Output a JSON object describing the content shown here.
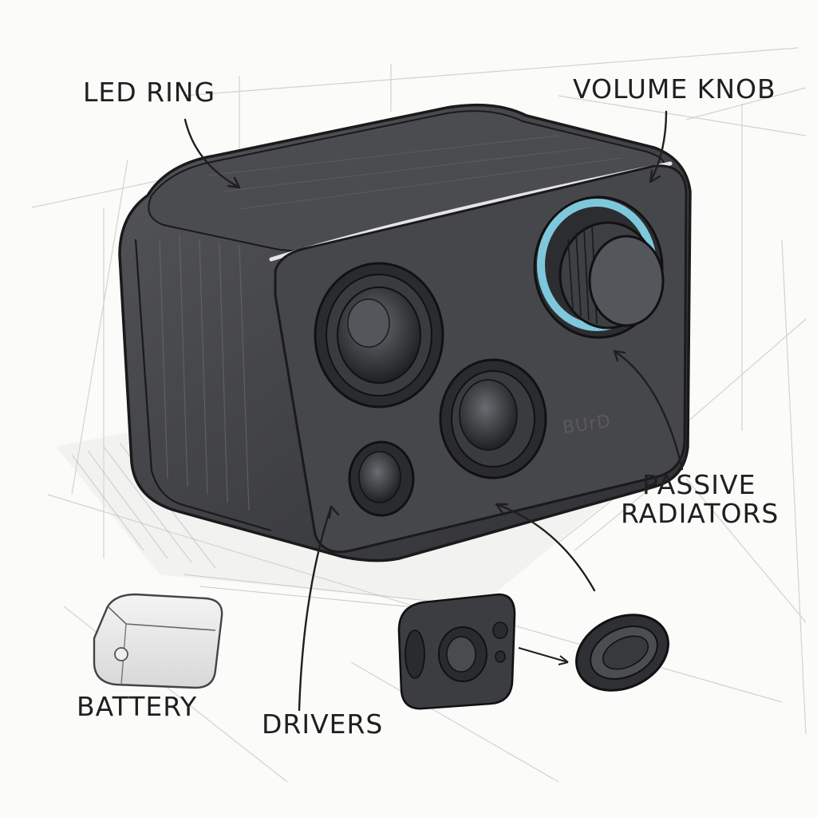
{
  "labels": {
    "led_ring": "LED RING",
    "volume_knob": "VOLUME KNOB",
    "passive_radiators_line1": "PASSIVE",
    "passive_radiators_line2": "RADIATORS",
    "battery": "BATTERY",
    "drivers": "DRIVERS"
  },
  "brand_mark": "BUrD",
  "colors": {
    "speaker_body": "#3b3c40",
    "speaker_front": "#46474b",
    "led_ring": "#7ec8dc",
    "ink": "#1f1f1f"
  }
}
